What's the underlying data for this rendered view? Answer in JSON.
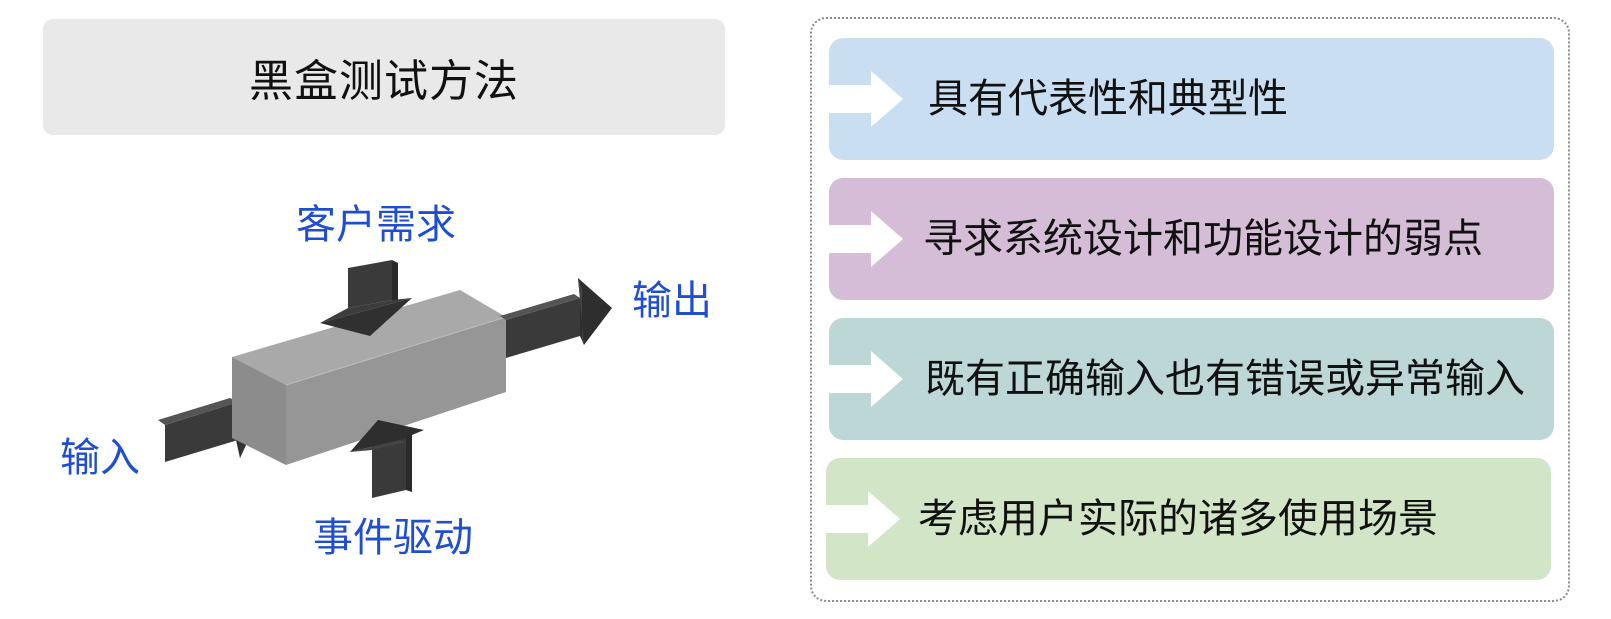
{
  "title": "黑盒测试方法",
  "diagram": {
    "top_label": "客户需求",
    "right_label": "输出",
    "left_label": "输入",
    "bottom_label": "事件驱动"
  },
  "items": [
    {
      "text": "具有代表性和典型性",
      "color": "#c9dff1"
    },
    {
      "text": "寻求系统设计和功能设计的弱点",
      "color": "#d6bdd7"
    },
    {
      "text": "既有正确输入也有错误或异常输入",
      "color": "#bdd6d6"
    },
    {
      "text": "考虑用户实际的诸多使用场景",
      "color": "#d2e6c7"
    }
  ]
}
